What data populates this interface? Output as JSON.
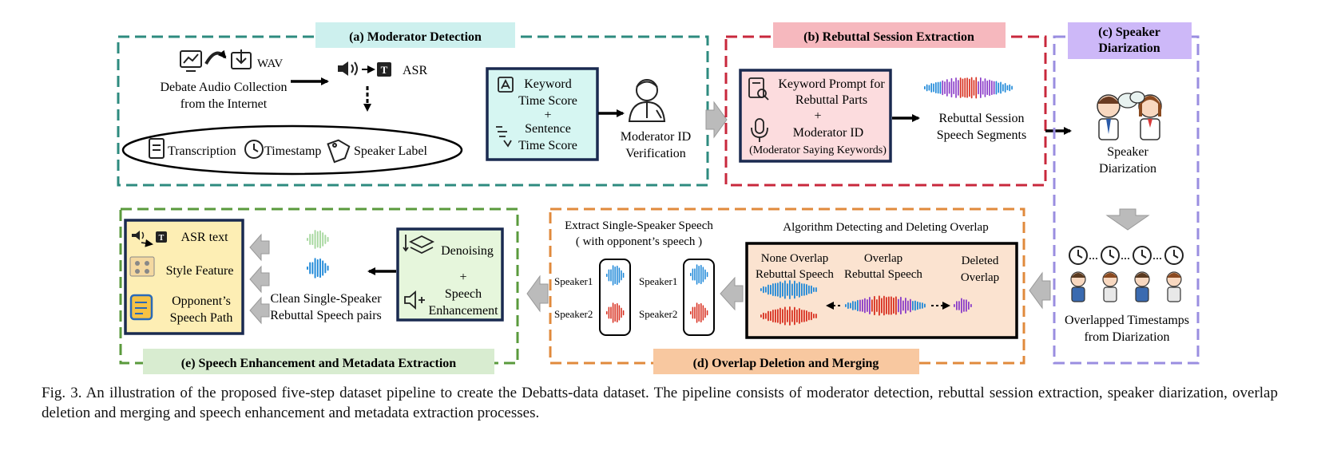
{
  "stage_a": {
    "title": "(a) Moderator Detection",
    "wav": "WAV",
    "collection_line1": "Debate Audio Collection",
    "collection_line2": "from the Internet",
    "asr": "ASR",
    "transcription": "Transcription",
    "timestamp": "Timestamp",
    "speaker_label": "Speaker Label",
    "kw_line1": "Keyword",
    "kw_line2": "Time Score",
    "plus": "+",
    "sent_line1": "Sentence",
    "sent_line2": "Time Score",
    "verif_line1": "Moderator ID",
    "verif_line2": "Verification"
  },
  "stage_b": {
    "title": "(b) Rebuttal Session Extraction",
    "prompt_line1": "Keyword Prompt for",
    "prompt_line2": "Rebuttal Parts",
    "plus": "+",
    "modid": "Moderator ID",
    "modid_note": "(Moderator Saying Keywords)",
    "seg_line1": "Rebuttal Session",
    "seg_line2": "Speech Segments"
  },
  "stage_c": {
    "title_line1": "(c) Speaker",
    "title_line2": "Diarization",
    "diar_line1": "Speaker",
    "diar_line2": "Diarization",
    "overlap_line1": "Overlapped Timestamps",
    "overlap_line2": "from Diarization"
  },
  "stage_d": {
    "title": "(d) Overlap Deletion and Merging",
    "extract_line1": "Extract Single-Speaker Speech",
    "extract_line2": "( with opponent’s speech )",
    "algo": "Algorithm Detecting and Deleting Overlap",
    "speaker1": "Speaker1",
    "speaker2": "Speaker2",
    "none_line1": "None Overlap",
    "none_line2": "Rebuttal Speech",
    "ovl_line1": "Overlap",
    "ovl_line2": "Rebuttal Speech",
    "del_line1": "Deleted",
    "del_line2": "Overlap"
  },
  "stage_e": {
    "title": "(e) Speech Enhancement and Metadata Extraction",
    "denoising": "Denoising",
    "plus": "+",
    "enh_line1": "Speech",
    "enh_line2": "Enhancement",
    "clean_line1": "Clean Single-Speaker",
    "clean_line2": "Rebuttal Speech pairs",
    "asr_text": "ASR text",
    "style": "Style Feature",
    "opp_line1": "Opponent’s",
    "opp_line2": "Speech Path"
  },
  "caption": "Fig. 3.  An illustration of the proposed five-step dataset pipeline to create the Debatts-data dataset. The pipeline consists of moderator detection, rebuttal session extraction, speaker diarization, overlap deletion and merging and speech enhancement and metadata extraction processes.",
  "colors": {
    "stage_a": "#2e8b7f",
    "stage_b": "#c8283c",
    "stage_c": "#9a8ee0",
    "stage_d": "#e08a3c",
    "stage_e": "#5a9a3c",
    "blue_wave": "#1e88d8",
    "red_wave": "#d83020",
    "purple_wave": "#8a3cc8"
  }
}
